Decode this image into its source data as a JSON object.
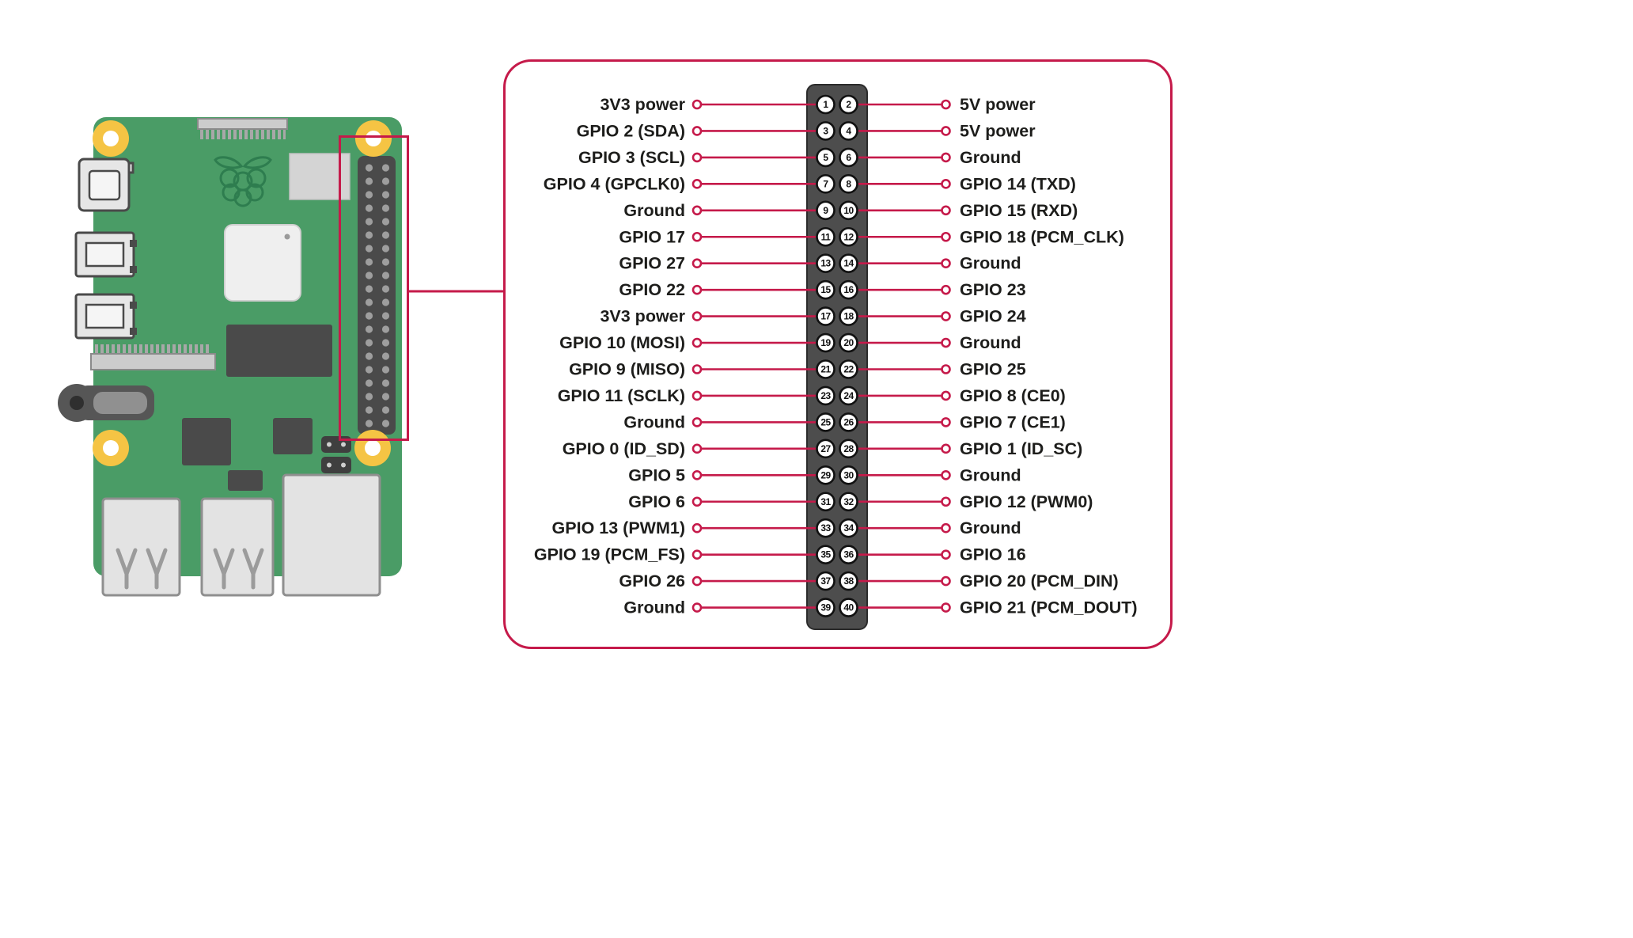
{
  "colors": {
    "accent": "#c51a4a",
    "text": "#1d1d1b",
    "board_green": "#4a9c66",
    "hole_gold": "#f5c444",
    "header_gray": "#4d4d4d"
  },
  "icons": {
    "logo": "raspberry-pi-logo"
  },
  "pinout": {
    "rows": [
      {
        "left": "3V3 power",
        "lpin": 1,
        "rpin": 2,
        "right": "5V power"
      },
      {
        "left": "GPIO 2 (SDA)",
        "lpin": 3,
        "rpin": 4,
        "right": "5V power"
      },
      {
        "left": "GPIO 3 (SCL)",
        "lpin": 5,
        "rpin": 6,
        "right": "Ground"
      },
      {
        "left": "GPIO 4 (GPCLK0)",
        "lpin": 7,
        "rpin": 8,
        "right": "GPIO 14 (TXD)"
      },
      {
        "left": "Ground",
        "lpin": 9,
        "rpin": 10,
        "right": "GPIO 15 (RXD)"
      },
      {
        "left": "GPIO 17",
        "lpin": 11,
        "rpin": 12,
        "right": "GPIO 18 (PCM_CLK)"
      },
      {
        "left": "GPIO 27",
        "lpin": 13,
        "rpin": 14,
        "right": "Ground"
      },
      {
        "left": "GPIO 22",
        "lpin": 15,
        "rpin": 16,
        "right": "GPIO 23"
      },
      {
        "left": "3V3 power",
        "lpin": 17,
        "rpin": 18,
        "right": "GPIO 24"
      },
      {
        "left": "GPIO 10 (MOSI)",
        "lpin": 19,
        "rpin": 20,
        "right": "Ground"
      },
      {
        "left": "GPIO 9 (MISO)",
        "lpin": 21,
        "rpin": 22,
        "right": "GPIO 25"
      },
      {
        "left": "GPIO 11 (SCLK)",
        "lpin": 23,
        "rpin": 24,
        "right": "GPIO 8 (CE0)"
      },
      {
        "left": "Ground",
        "lpin": 25,
        "rpin": 26,
        "right": "GPIO 7 (CE1)"
      },
      {
        "left": "GPIO 0 (ID_SD)",
        "lpin": 27,
        "rpin": 28,
        "right": "GPIO 1 (ID_SC)"
      },
      {
        "left": "GPIO 5",
        "lpin": 29,
        "rpin": 30,
        "right": "Ground"
      },
      {
        "left": "GPIO 6",
        "lpin": 31,
        "rpin": 32,
        "right": "GPIO 12 (PWM0)"
      },
      {
        "left": "GPIO 13 (PWM1)",
        "lpin": 33,
        "rpin": 34,
        "right": "Ground"
      },
      {
        "left": "GPIO 19 (PCM_FS)",
        "lpin": 35,
        "rpin": 36,
        "right": "GPIO 16"
      },
      {
        "left": "GPIO 26",
        "lpin": 37,
        "rpin": 38,
        "right": "GPIO 20 (PCM_DIN)"
      },
      {
        "left": "Ground",
        "lpin": 39,
        "rpin": 40,
        "right": "GPIO 21 (PCM_DOUT)"
      }
    ]
  }
}
